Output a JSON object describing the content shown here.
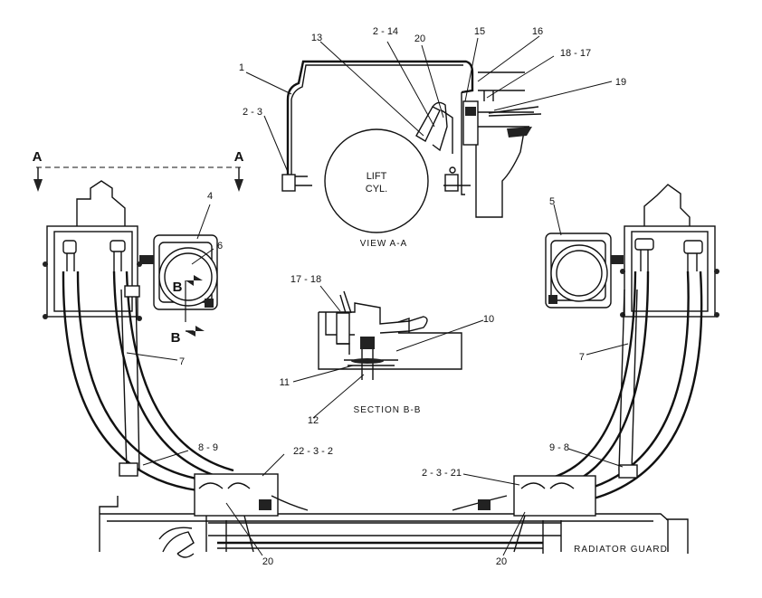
{
  "callouts": {
    "c1": "1",
    "c2_3_top": "2 - 3",
    "c13": "13",
    "c2_14": "2 - 14",
    "c20_top": "20",
    "c15": "15",
    "c16": "16",
    "c18_17": "18 - 17",
    "c19": "19",
    "c4": "4",
    "c6": "6",
    "c5": "5",
    "c7_left": "7",
    "c7_right": "7",
    "c17_18": "17 - 18",
    "c10": "10",
    "c11": "11",
    "c12": "12",
    "c8_9": "8 - 9",
    "c22_3_2": "22 - 3 - 2",
    "c9_8": "9 - 8",
    "c2_3_21": "2 - 3 - 21",
    "c20_left": "20",
    "c20_right": "20"
  },
  "labels": {
    "lift": "LIFT",
    "cyl": "CYL.",
    "view": "VIEW A-A",
    "section": "SECTION B-B",
    "radiator_guard": "RADIATOR GUARD",
    "a_left": "A",
    "a_right": "A",
    "b_upper": "B",
    "b_lower": "B"
  }
}
